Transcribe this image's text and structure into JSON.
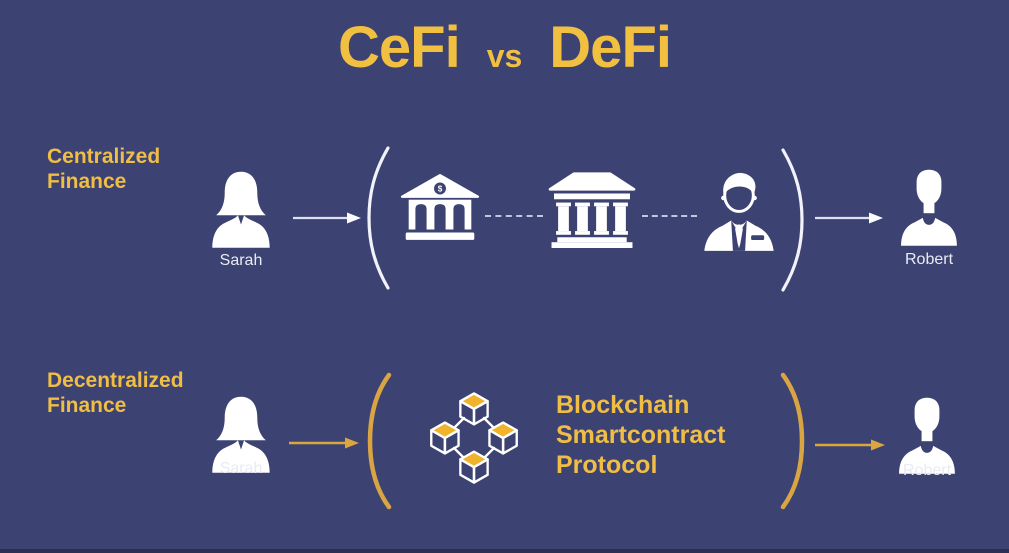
{
  "title": {
    "cefi": "CeFi",
    "vs": "vs",
    "defi": "DeFi"
  },
  "colors": {
    "background": "#3C4372",
    "title_gold": "#F2C041",
    "text_gold": "#F0BE44",
    "shape_gold": "#DCA63F",
    "cube_top_gold": "#F0B42C",
    "icon_white": "#FFFFFF",
    "name_text": "#E9EBF4"
  },
  "cefi_row": {
    "label_line1": "Centralized",
    "label_line2": "Finance",
    "sender_name": "Sarah",
    "receiver_name": "Robert",
    "bank_dollar": "$",
    "intermediary_icons": [
      "bank-icon",
      "government-building-icon",
      "banker-icon"
    ]
  },
  "defi_row": {
    "label_line1": "Decentralized",
    "label_line2": "Finance",
    "sender_name": "Sarah",
    "receiver_name": "Robert",
    "protocol_line1": "Blockchain",
    "protocol_line2": "Smartcontract",
    "protocol_line3": "Protocol"
  }
}
